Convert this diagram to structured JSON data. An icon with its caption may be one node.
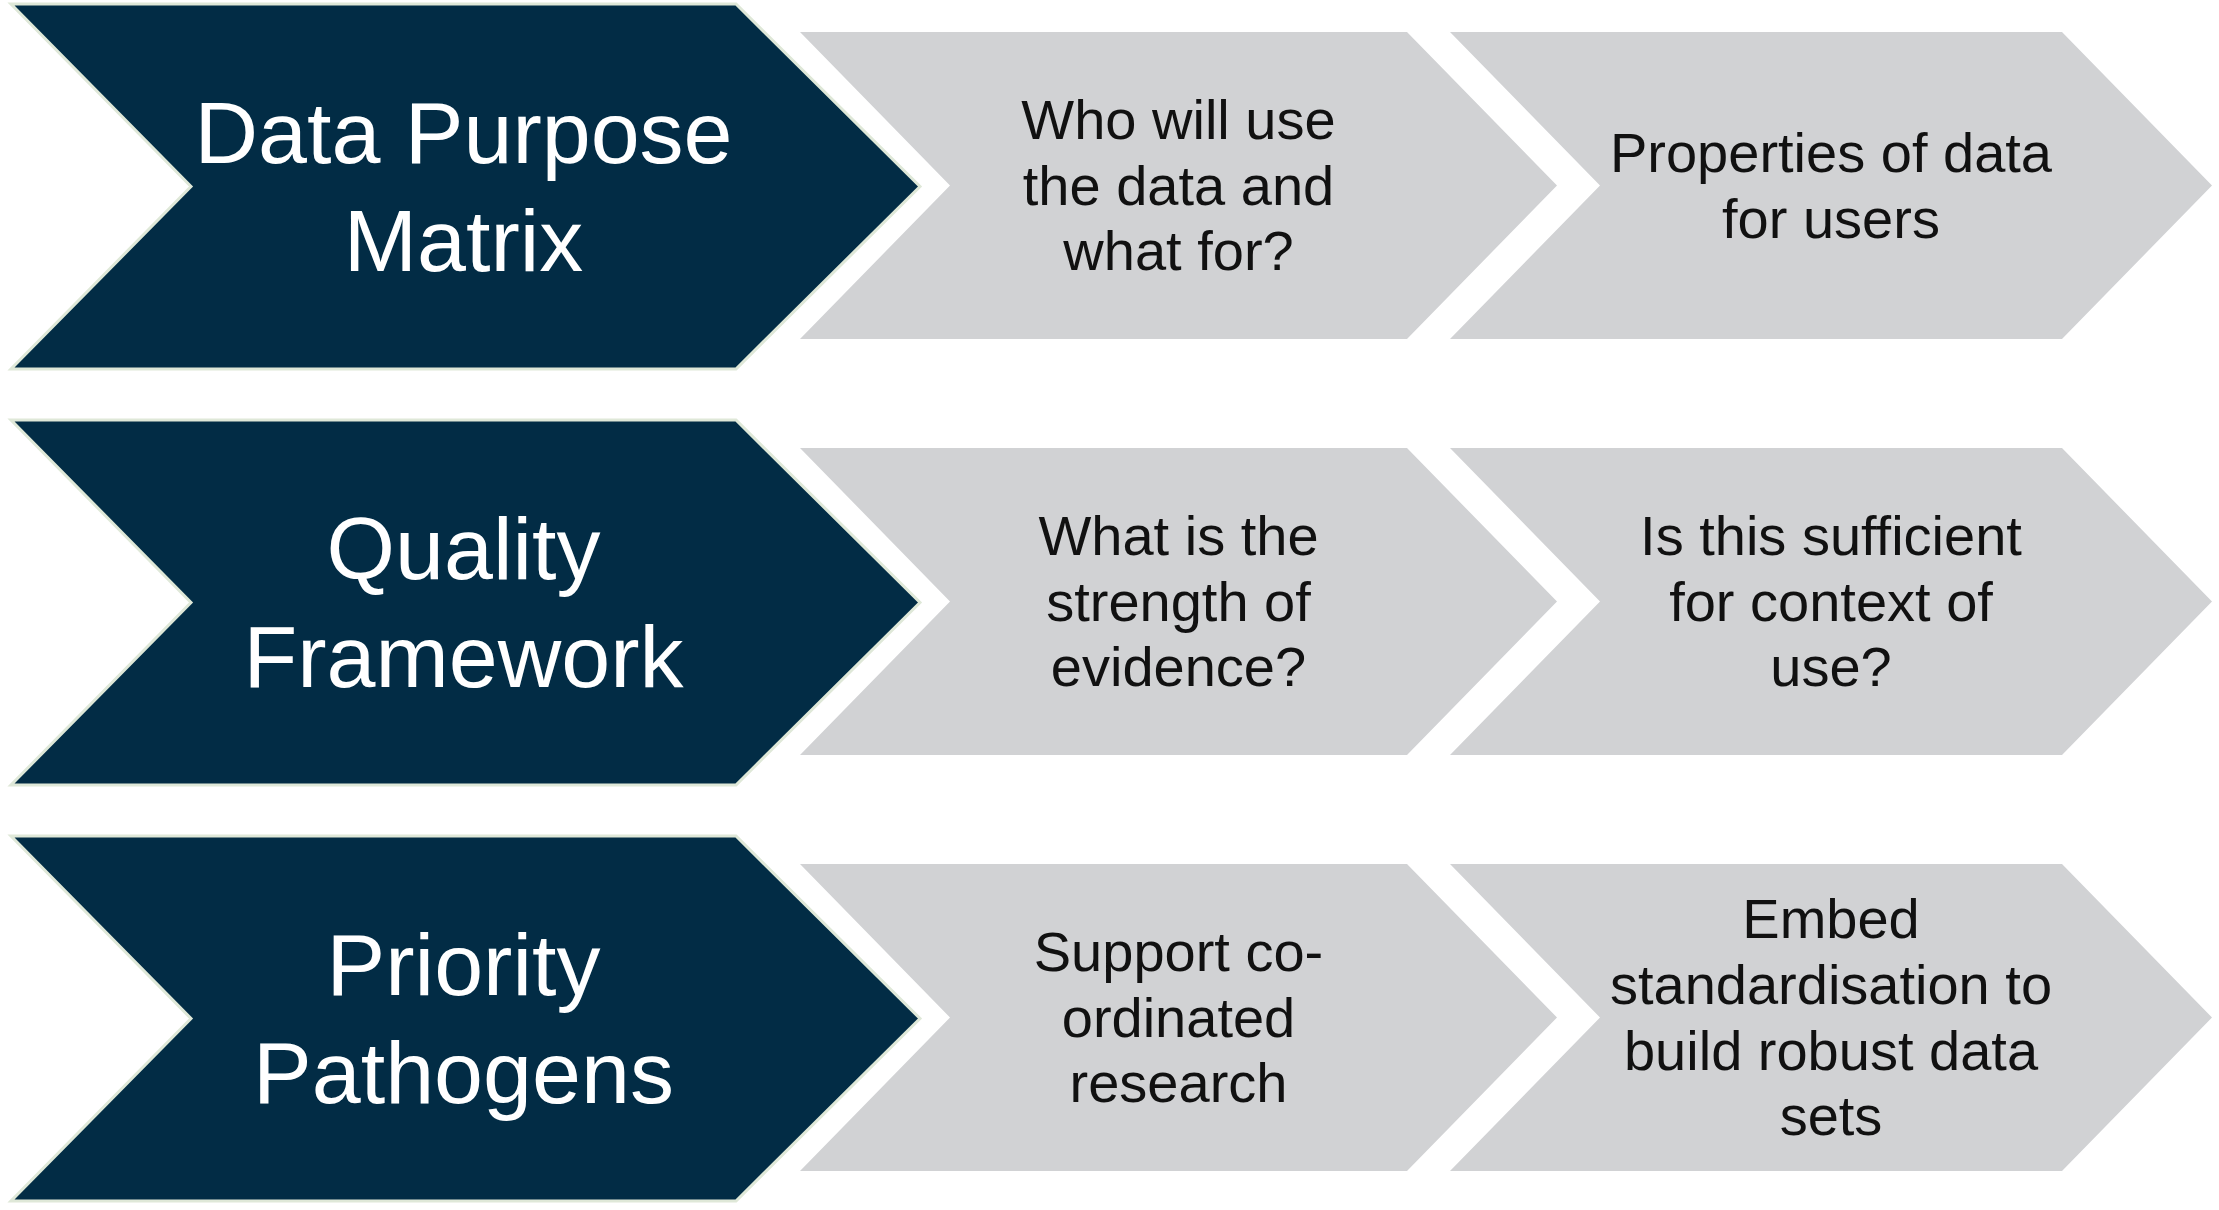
{
  "diagram": {
    "nodes": [
      {
        "text": [
          "Data Purpose Matrix"
        ]
      },
      {
        "text": [
          "Who will use the data and what for?"
        ]
      },
      {
        "text": [
          "Properties of data for users"
        ]
      },
      {
        "text": [
          "Quality Framework"
        ]
      },
      {
        "text": [
          "What is the strength of evidence?"
        ]
      },
      {
        "text": [
          "Is this sufficient for context of use?"
        ]
      },
      {
        "text": [
          "Priority Pathogens"
        ]
      },
      {
        "text": [
          "Support co-ordinated research"
        ]
      },
      {
        "text": [
          "Embed standardisation to build robust data sets"
        ]
      }
    ]
  }
}
